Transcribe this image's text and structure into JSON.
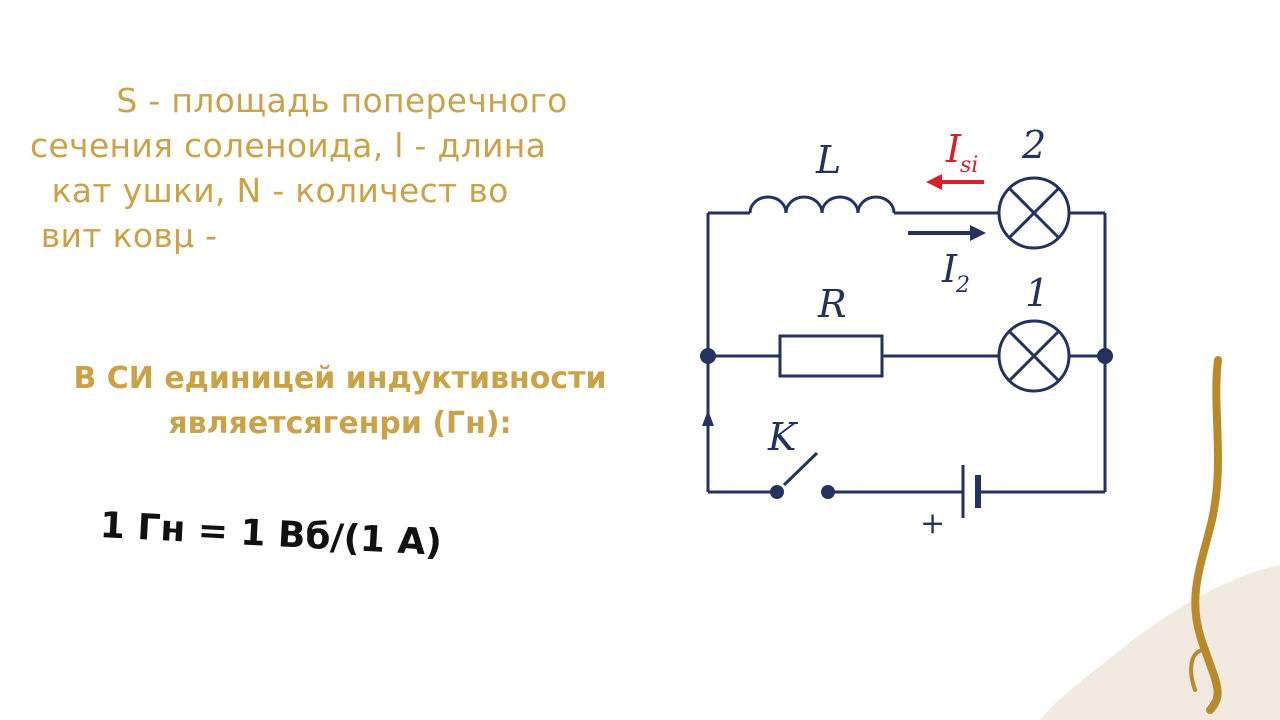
{
  "text": {
    "definitions": [
      "        S - площадь поперечного",
      "сечения соленоида, l - длина",
      "  кат ушки, N - количест во",
      " вит ковμ -"
    ],
    "si_unit": [
      "В СИ единицей индуктивности",
      "являетсягенри (Гн):"
    ],
    "formula": "1 Гн = 1 Вб/(1 А)"
  },
  "circuit": {
    "labels": {
      "inductor": "L",
      "resistor": "R",
      "switch": "K",
      "lamp_top": "2",
      "lamp_mid": "1",
      "current_self_main": "I",
      "current_self_sub": "si",
      "current_2_main": "I",
      "current_2_sub": "2",
      "battery_plus": "+"
    }
  },
  "colors": {
    "text_gold": "#c9a24a",
    "wire": "#23325e",
    "arrow_self": "#d8202a",
    "label_self": "#d8202a",
    "decor_gold": "#b98a2c",
    "decor_beige": "#f3eadf"
  }
}
